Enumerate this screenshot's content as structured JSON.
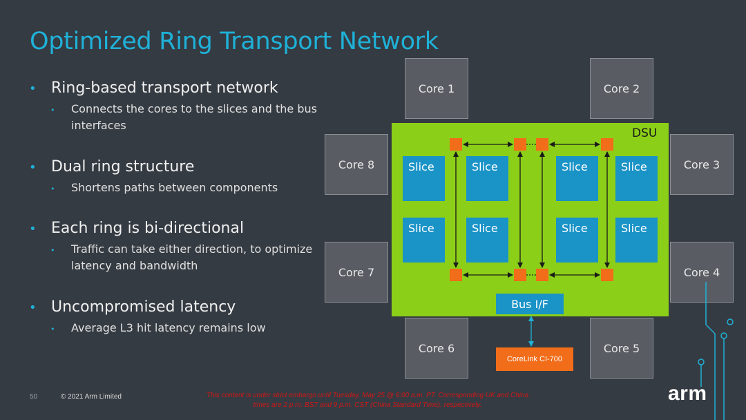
{
  "title": "Optimized Ring Transport Network",
  "bullets": [
    {
      "main": "Ring-based transport network",
      "sub": "Connects the cores to the slices and the bus interfaces"
    },
    {
      "main": "Dual ring structure",
      "sub": "Shortens paths between components"
    },
    {
      "main": "Each ring is bi-directional",
      "sub": "Traffic can take either direction, to optimize latency and bandwidth"
    },
    {
      "main": "Uncompromised latency",
      "sub": "Average L3 hit latency remains low"
    }
  ],
  "diagram": {
    "cores": [
      "Core 1",
      "Core 2",
      "Core 3",
      "Core 4",
      "Core 5",
      "Core 6",
      "Core 7",
      "Core 8"
    ],
    "dsu_label": "DSU",
    "slice_label": "Slice",
    "bus_if": "Bus I/F",
    "corelink": "CoreLink CI-700",
    "colors": {
      "dsu": "#8ccf18",
      "slice": "#1a93c7",
      "node": "#f26d1a",
      "core": "#595d63",
      "accent": "#1fb1d8"
    }
  },
  "footer": {
    "page_number": "50",
    "copyright": "© 2021 Arm Limited",
    "embargo_line1": "This content is under strict embargo until Tuesday, May 25 @ 6:00 a.m. PT. Corresponding UK and China",
    "embargo_line2": "times are 2 p.m. BST and 9 p.m. CST (China Standard Time), respectively.",
    "logo": "arm"
  }
}
